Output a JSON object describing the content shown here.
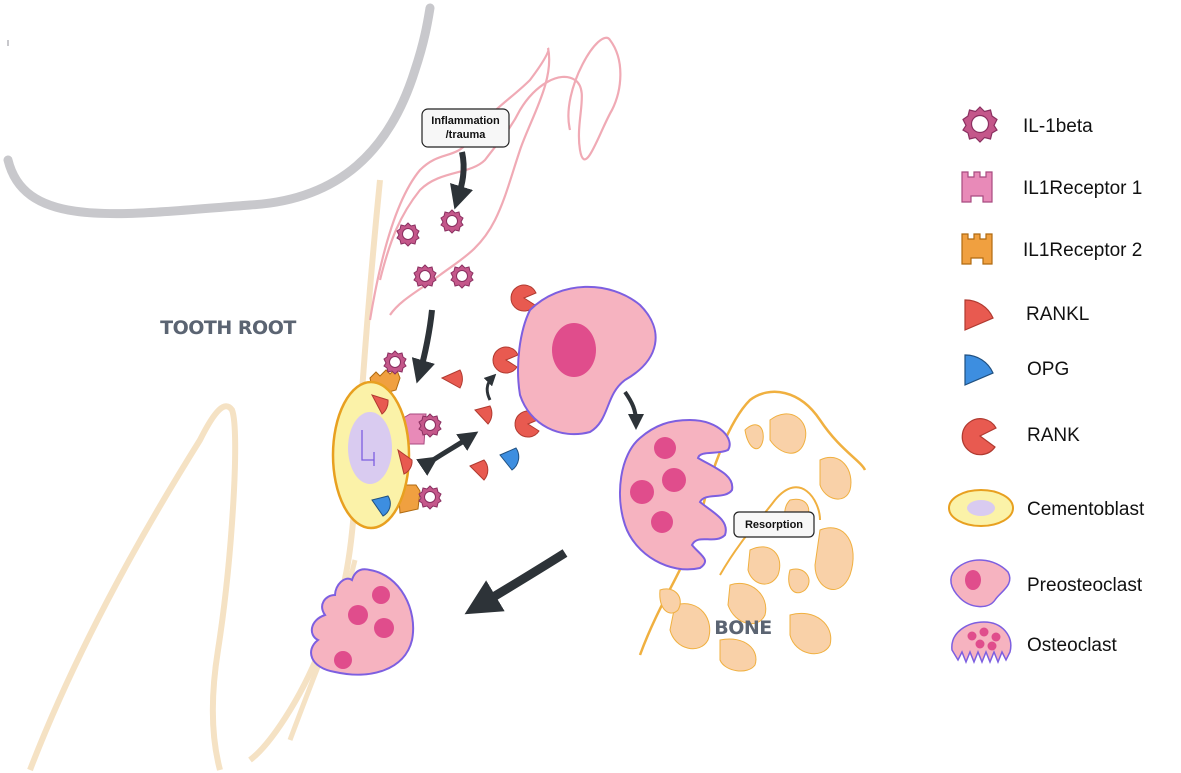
{
  "diagram": {
    "labels": {
      "tooth_root": "TOOTH ROOT",
      "bone": "BONE",
      "inflammation_line1": "Inflammation",
      "inflammation_line2": "/trauma",
      "resorption": "Resorption"
    },
    "legend": [
      {
        "label": "IL-1beta",
        "icon": "il1beta-icon"
      },
      {
        "label": "IL1Receptor 1",
        "icon": "il1-receptor-1-icon"
      },
      {
        "label": "IL1Receptor 2",
        "icon": "il1-receptor-2-icon"
      },
      {
        "label": "RANKL",
        "icon": "rankl-icon"
      },
      {
        "label": "OPG",
        "icon": "opg-icon"
      },
      {
        "label": "RANK",
        "icon": "rank-icon"
      },
      {
        "label": "Cementoblast",
        "icon": "cementoblast-icon"
      },
      {
        "label": "Preosteoclast",
        "icon": "preosteoclast-icon"
      },
      {
        "label": "Osteoclast",
        "icon": "osteoclast-icon"
      }
    ],
    "colors": {
      "il1beta": "#c4578a",
      "receptor1": "#e88ab8",
      "receptor2": "#f0a040",
      "rankl": "#e85a50",
      "opg": "#3d8ee0",
      "cementoblast_fill": "#fbf2a8",
      "cementoblast_stroke": "#e8a020",
      "nucleus_lavender": "#d9cbf0",
      "preosteoclast_fill": "#f6b3c0",
      "preosteoclast_stroke": "#7d5fe0",
      "nucleus_pink": "#e04d8c",
      "bone_fill": "#f9d1a8",
      "bone_stroke": "#f0b040",
      "root_outline": "#f5e2c4",
      "gingiva": "#f0aab5",
      "enamel": "#c8c8cc",
      "arrow": "#2d3338"
    }
  }
}
